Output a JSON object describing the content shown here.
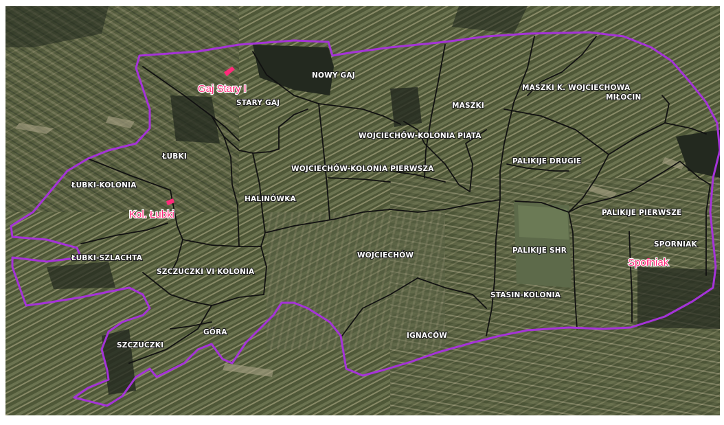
{
  "map": {
    "colors": {
      "commune_border": "#a533d8",
      "village_boundary": "#111111",
      "place_marker": "#ff2a7a",
      "field_dark": "#2f3528",
      "field_mid": "#5d6543",
      "field_light": "#8f8e6f"
    },
    "village_labels": [
      "NOWY GAJ",
      "STARY GAJ",
      "MASZKI K. WOJCIECHOWA",
      "MIŁOCIN",
      "MASZKI",
      "WOJCIECHÓW-KOLONIA PIĄTA",
      "ŁUBKI",
      "WOJCIECHÓW-KOLONIA PIERWSZA",
      "PALIKIJE DRUGIE",
      "ŁUBKI-KOLONIA",
      "HALINÓWKA",
      "PALIKIJE PIERWSZE",
      "SPORNIAK",
      "PALIKIJE SHR",
      "ŁUBKI-SZLACHTA",
      "WOJCIECHÓW",
      "SZCZUCZKI VI KOLONIA",
      "STASIN-KOLONIA",
      "IGNACÓW",
      "GÓRA",
      "SZCZUCZKI"
    ],
    "place_labels": [
      "Gaj Stary I",
      "Kol. Łubki",
      "Sporniak"
    ]
  }
}
